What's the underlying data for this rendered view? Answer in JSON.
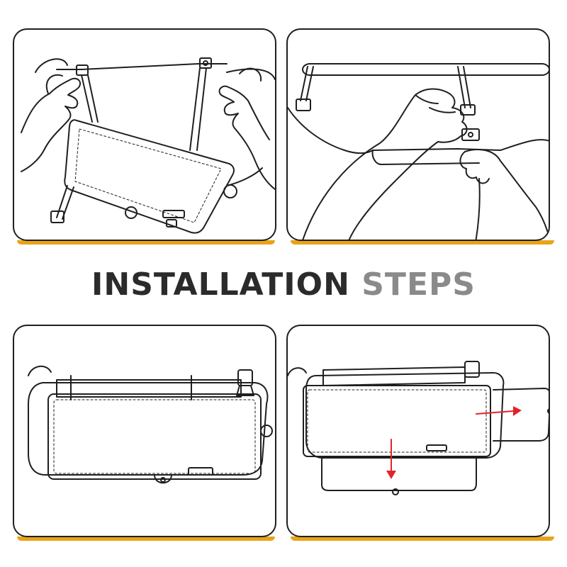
{
  "title": {
    "part1": "INSTALLATION",
    "part2": "STEPS"
  },
  "colors": {
    "accent": "#e8a317",
    "title_dark": "#2b2b2b",
    "title_light": "#8a8a8a",
    "arrow": "#e3232b",
    "outline": "#1f1f1f"
  },
  "steps": [
    {
      "illustration": "attach-straps-to-visor-illustration"
    },
    {
      "illustration": "tighten-buckle-illustration"
    },
    {
      "illustration": "mounted-visor-illustration"
    },
    {
      "illustration": "extend-panels-illustration"
    }
  ]
}
